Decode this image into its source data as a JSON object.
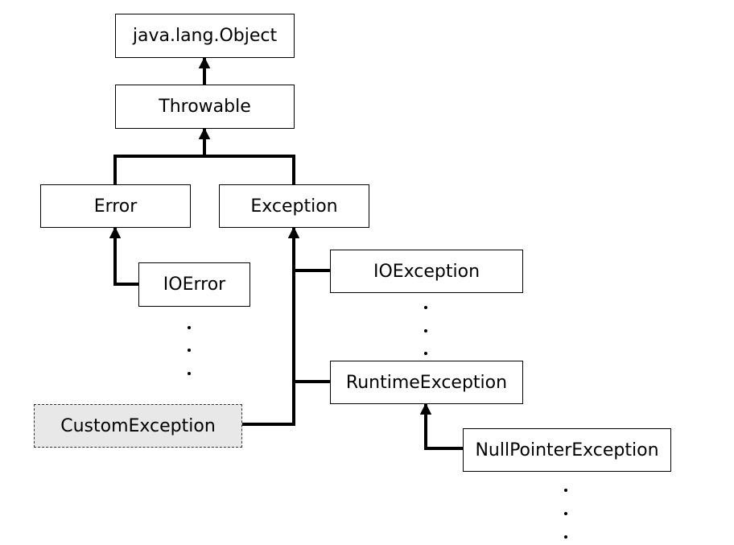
{
  "diagram": {
    "nodes": {
      "object": "java.lang.Object",
      "throwable": "Throwable",
      "error": "Error",
      "exception": "Exception",
      "ioerror": "IOError",
      "ioexception": "IOException",
      "runtime": "RuntimeException",
      "custom": "CustomException",
      "npe": "NullPointerException"
    },
    "colors": {
      "line": "#000000",
      "box_border": "#000000",
      "box_fill": "#ffffff",
      "custom_fill": "#e8e8e8",
      "text": "#000000"
    }
  }
}
